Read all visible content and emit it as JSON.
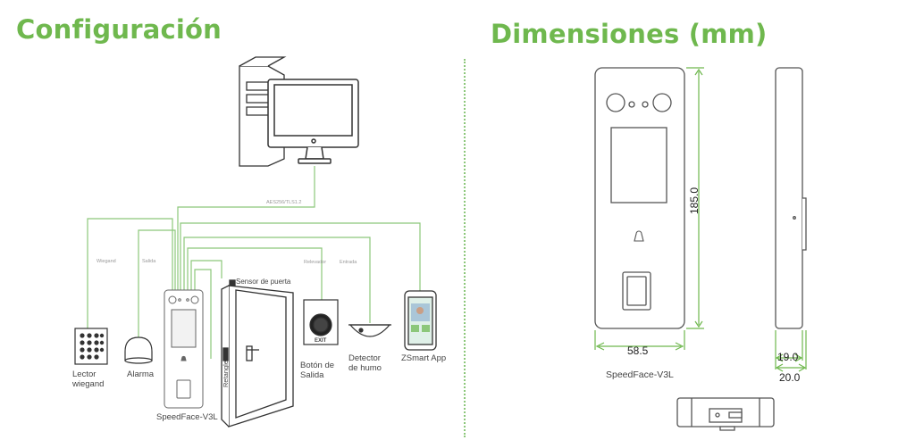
{
  "left": {
    "title": "Configuración",
    "wire_labels": {
      "protocol": "AES256/TLS1.2",
      "wiegand": "Wiegand",
      "salida": "Salida",
      "relevador": "Relevador",
      "entrada": "Entrada",
      "sensor": "Sensor de puerta",
      "rectangle": "Retangle"
    },
    "devices": {
      "reader": [
        "Lector",
        "wiegand"
      ],
      "alarm": "Alarma",
      "terminal": "SpeedFace-V3L",
      "exit_button": [
        "Botón de",
        "Salida"
      ],
      "smoke": [
        "Detector",
        "de humo"
      ],
      "app": "ZSmart App",
      "exit_button_text": "EXIT"
    }
  },
  "right": {
    "title": "Dimensiones (mm)",
    "height_value": "185.0",
    "width_value": "58.5",
    "depth_value_1": "19.0",
    "depth_value_2": "20.0",
    "model_label": "SpeedFace-V3L"
  },
  "colors": {
    "accent": "#6fb84e",
    "wire": "#8cc77a",
    "line": "#444444"
  }
}
